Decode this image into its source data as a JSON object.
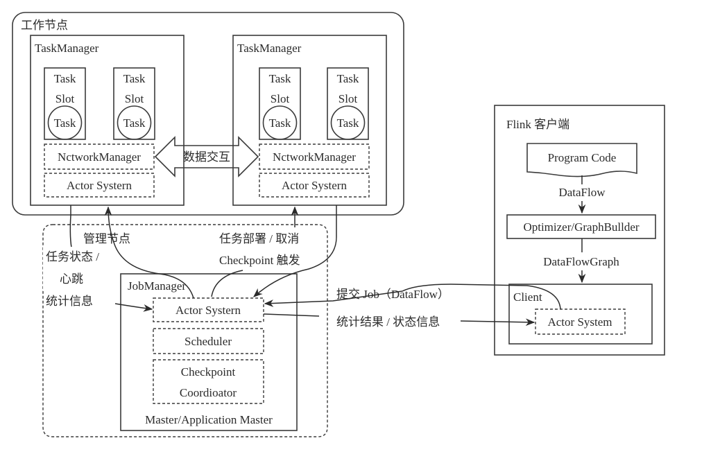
{
  "worker_node": {
    "title": "工作节点",
    "task_managers": [
      {
        "title": "TaskManager",
        "slots": [
          {
            "line1": "Task",
            "line2": "Slot",
            "task": "Task"
          },
          {
            "line1": "Task",
            "line2": "Slot",
            "task": "Task"
          }
        ],
        "network_manager": "NctworkManager",
        "actor_system": "Actor Systern"
      },
      {
        "title": "TaskManager",
        "slots": [
          {
            "line1": "Task",
            "line2": "Slot",
            "task": "Task"
          },
          {
            "line1": "Task",
            "line2": "Slot",
            "task": "Task"
          }
        ],
        "network_manager": "NctworkManager",
        "actor_system": "Actor Systern"
      }
    ],
    "data_exchange": "数据交互"
  },
  "master_node": {
    "title": "管理节点",
    "job_manager": {
      "title": "JobManager",
      "actor_system": "Actor Systern",
      "scheduler": "Scheduler",
      "checkpoint_line1": "Checkpoint",
      "checkpoint_line2": "Coordioator",
      "footer": "Master/Application Master"
    }
  },
  "edge_labels": {
    "task_status_line1": "任务状态 /",
    "task_status_line2": "心跳",
    "task_status_line3": "统计信息",
    "deploy_line1": "任务部署 / 取消",
    "deploy_line2": "Checkpoint 触发",
    "submit_job": "提交 Job（DataFlow）",
    "stats_result": "统计结果 / 状态信息"
  },
  "flink_client": {
    "title": "Flink 客户端",
    "program_code": "Program Code",
    "dataflow": "DataFlow",
    "optimizer": "Optimizer/GraphBullder",
    "dataflow_graph": "DataFlowGraph",
    "client": "Client",
    "actor_system": "Actor System"
  }
}
